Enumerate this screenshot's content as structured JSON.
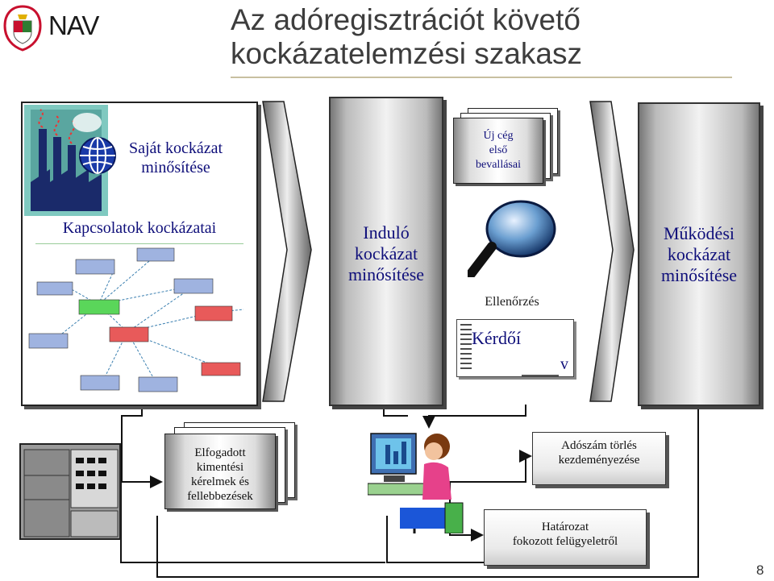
{
  "brand": {
    "name": "NAV"
  },
  "title": {
    "line1": "Az adóregisztrációt követő",
    "line2": "kockázatelemzési szakasz"
  },
  "left_panel": {
    "own_risk": {
      "line1": "Saját kockázat",
      "line2": "minősítése"
    },
    "relations": "Kapcsolatok kockázatai"
  },
  "initial_box": {
    "line1": "Induló",
    "line2": "kockázat",
    "line3": "minősítése"
  },
  "new_company": {
    "line1": "Új cég",
    "line2": "első",
    "line3": "bevallásai"
  },
  "check": {
    "label": "Ellenőrzés"
  },
  "questionnaire": {
    "label": "Kérdőí",
    "suffix": "v"
  },
  "operational_box": {
    "line1": "Működési",
    "line2": "kockázat",
    "line3": "minősítése"
  },
  "accepted": {
    "line1": "Elfogadott",
    "line2": "kimentési",
    "line3": "kérelmek és",
    "line4": "fellebbezések"
  },
  "tax_delete": {
    "line1": "Adószám törlés",
    "line2": "kezdeményezése"
  },
  "decision": {
    "line1": "Határozat",
    "line2": "fokozott felügyeletről"
  },
  "page_number": "8",
  "colors": {
    "label_blue": "#0f0f7a",
    "title_grey": "#3d3d3d",
    "node_red": "#e85a5a",
    "node_green": "#5ad65a",
    "node_blue": "#9fb3e0"
  }
}
